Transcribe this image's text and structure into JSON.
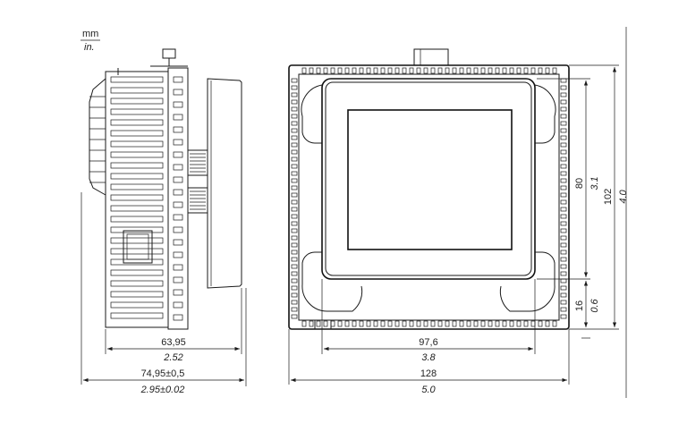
{
  "units": {
    "top": "mm",
    "bottom": "in."
  },
  "dimensions": {
    "side_depth": {
      "mm": "63,95",
      "in": "2.52"
    },
    "side_total": {
      "mm": "74,95±0,5",
      "in": "2.95±0.02"
    },
    "front_screen_w": {
      "mm": "97,6",
      "in": "3.8"
    },
    "front_total_w": {
      "mm": "128",
      "in": "5.0"
    },
    "front_screen_h": {
      "mm": "80",
      "in": "3.1"
    },
    "front_total_h": {
      "mm": "102",
      "in": "4.0"
    },
    "front_bottom_off": {
      "mm": "16",
      "in": "0.6"
    }
  },
  "colors": {
    "line": "#1a1a1a",
    "background": "#ffffff"
  }
}
